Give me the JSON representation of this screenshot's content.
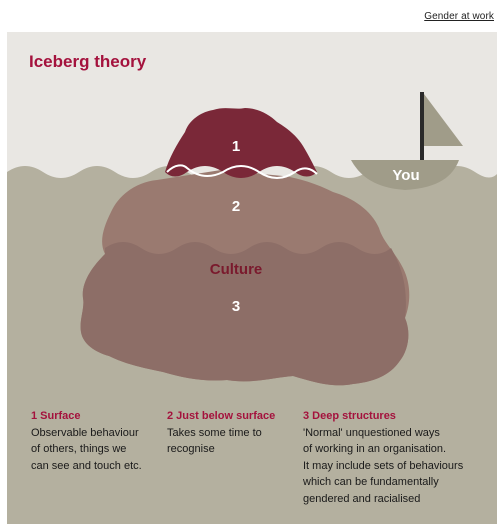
{
  "header": {
    "link_text": "Gender at work"
  },
  "diagram": {
    "title": "Iceberg theory",
    "layer_labels": [
      "1",
      "2",
      "3"
    ],
    "culture_label": "Culture",
    "boat_label": "You"
  },
  "legend": [
    {
      "heading": "1  Surface",
      "body": "Observable behaviour\nof others, things we\ncan see and touch etc."
    },
    {
      "heading": "2  Just below surface",
      "body": "Takes some time to\nrecognise"
    },
    {
      "heading": "3  Deep structures",
      "body": "'Normal' unquestioned ways\nof working in an organisation.\nIt may include sets of behaviours\nwhich can be fundamentally\ngendered and racialised"
    }
  ],
  "colors": {
    "title": "#a4123d",
    "sky": "#e9e7e3",
    "water": "#b4b09f",
    "iceberg_top": "#7a2838",
    "iceberg_middle": "#9c7a70",
    "iceberg_deep": "#8f7069",
    "boat": "#a09c89"
  }
}
